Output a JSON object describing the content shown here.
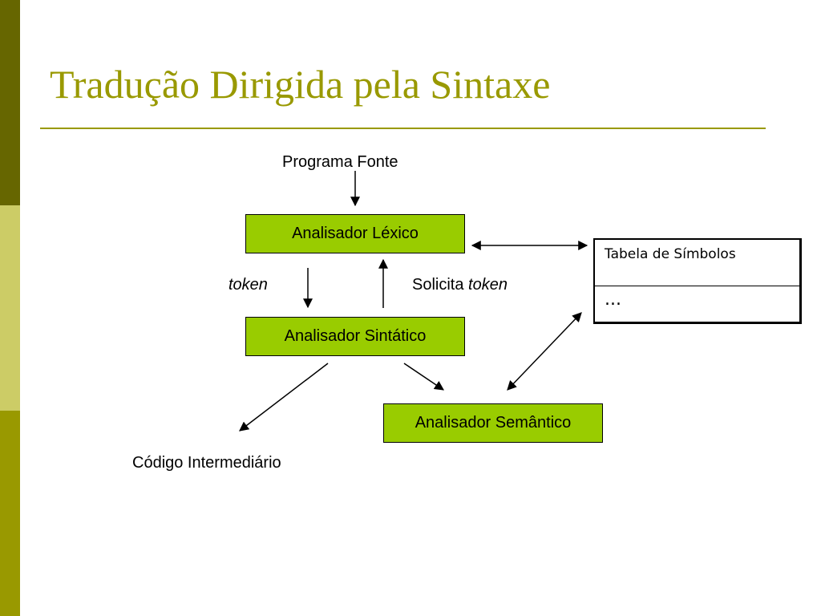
{
  "slide": {
    "title": "Tradução Dirigida pela Sintaxe"
  },
  "diagram": {
    "source_label": "Programa Fonte",
    "lexer_label": "Analisador Léxico",
    "parser_label": "Analisador Sintático",
    "semantic_label": "Analisador Semântico",
    "intermediate_label": "Código Intermediário",
    "token_label": "token",
    "request_prefix": "Solicita",
    "request_token": "token",
    "symbol_table": {
      "header": "Tabela de Símbolos",
      "ellipsis": "..."
    }
  },
  "colors": {
    "accent": "#999900",
    "box_fill": "#99cc00",
    "sidebar_dark": "#666600",
    "sidebar_light": "#cccc66",
    "sidebar_mid": "#999900"
  }
}
